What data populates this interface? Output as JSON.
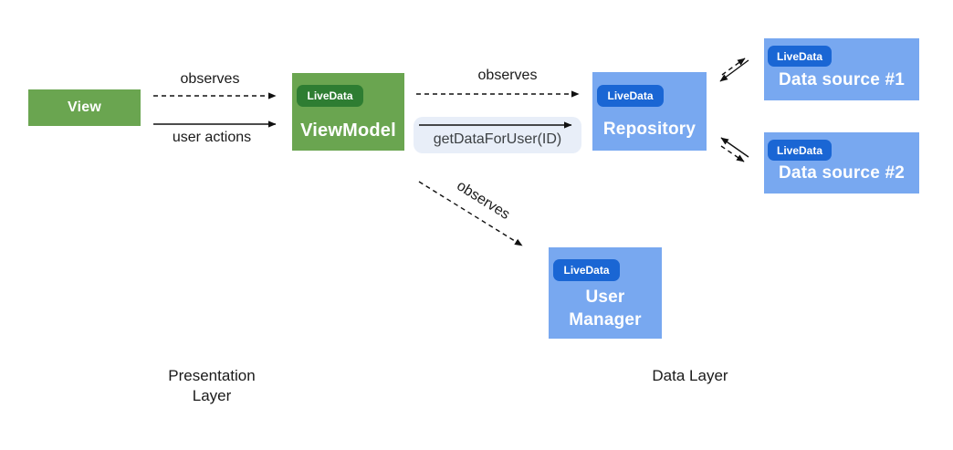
{
  "colors": {
    "background": "#ffffff",
    "green_box": "#6aa550",
    "green_badge": "#2e7d32",
    "blue_box": "#78a8f0",
    "blue_badge": "#1a66d4",
    "pill_bg": "#e8eef8",
    "pill_text": "#3c4043",
    "arrow": "#111111",
    "label_text": "#1a1a1a"
  },
  "boxes": {
    "view": {
      "label": "View"
    },
    "viewmodel": {
      "label": "ViewModel",
      "badge": "LiveData"
    },
    "repository": {
      "label": "Repository",
      "badge": "LiveData"
    },
    "datasource1": {
      "label": "Data source #1",
      "badge": "LiveData"
    },
    "datasource2": {
      "label": "Data source #2",
      "badge": "LiveData"
    },
    "usermanager": {
      "label": "User Manager",
      "badge": "LiveData"
    }
  },
  "edges": {
    "view_to_viewmodel_observes": {
      "label": "observes",
      "style": "dashed"
    },
    "view_to_viewmodel_user_actions": {
      "label": "user actions",
      "style": "solid"
    },
    "viewmodel_to_repository_observes": {
      "label": "observes",
      "style": "dashed"
    },
    "viewmodel_to_repository_call": {
      "label": "getDataForUser(ID)",
      "style": "solid"
    },
    "viewmodel_to_usermanager_observes": {
      "label": "observes",
      "style": "dashed"
    },
    "repository_datasource1": {
      "style": "dashed-and-solid-bidirectional"
    },
    "repository_datasource2": {
      "style": "dashed-and-solid-bidirectional"
    }
  },
  "layers": {
    "presentation": "Presentation Layer",
    "data": "Data Layer"
  }
}
